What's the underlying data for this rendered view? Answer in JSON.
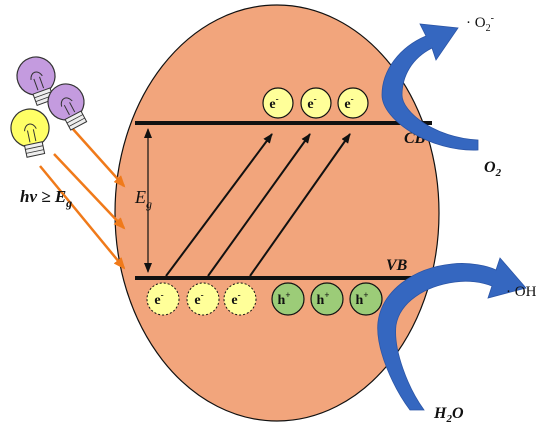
{
  "labels": {
    "cb": "CB",
    "vb": "VB",
    "eg_main": "E",
    "eg_sub": "g",
    "photon_lhs": "hν ≥ E",
    "photon_sub": "g",
    "o2_radical_main": "· O",
    "o2_radical_sub": "2",
    "o2_radical_sup": "-",
    "o2_main": "O",
    "o2_sub": "2",
    "oh_radical": "· OH",
    "h2o_h": "H",
    "h2o_sub": "2",
    "h2o_o": "O"
  },
  "electrons_cb": {
    "symbol": "e",
    "charge": "-",
    "count": 3
  },
  "electrons_vb": {
    "symbol": "e",
    "charge": "-",
    "count": 3
  },
  "holes_vb": {
    "symbol": "h",
    "charge": "+",
    "count": 3
  },
  "colors": {
    "particle": "#f2a57c",
    "outline": "#111111",
    "electron_fill": "#ffff99",
    "hole_fill": "#9ccc78",
    "photon_arrow": "#f07a1a",
    "redox_arrow": "#3567c0",
    "bulb_purple": "#c49bdf",
    "bulb_yellow": "#ffff66"
  }
}
